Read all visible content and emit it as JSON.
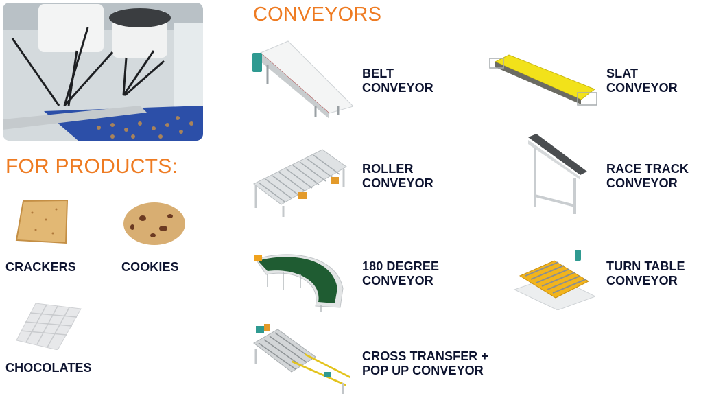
{
  "hero_image": {
    "alt": "Delta robots picking cookies on blue conveyor belt"
  },
  "products": {
    "heading": "FOR PRODUCTS:",
    "items": [
      {
        "label": "CRACKERS",
        "icon": "cracker-icon"
      },
      {
        "label": "COOKIES",
        "icon": "cookie-icon"
      },
      {
        "label": "CHOCOLATES",
        "icon": "chocolate-bar-icon"
      }
    ]
  },
  "conveyors": {
    "heading": "CONVEYORS",
    "items": [
      {
        "line1": "BELT",
        "line2": "CONVEYOR",
        "icon": "belt-conveyor-icon"
      },
      {
        "line1": "SLAT",
        "line2": "CONVEYOR",
        "icon": "slat-conveyor-icon"
      },
      {
        "line1": "ROLLER",
        "line2": "CONVEYOR",
        "icon": "roller-conveyor-icon"
      },
      {
        "line1": "RACE TRACK",
        "line2": "CONVEYOR",
        "icon": "race-track-conveyor-icon"
      },
      {
        "line1": "180 DEGREE",
        "line2": "CONVEYOR",
        "icon": "curve-conveyor-icon"
      },
      {
        "line1": "TURN TABLE",
        "line2": "CONVEYOR",
        "icon": "turn-table-conveyor-icon"
      },
      {
        "line1": "CROSS TRANSFER +",
        "line2": "POP UP CONVEYOR",
        "icon": "cross-transfer-conveyor-icon"
      }
    ]
  },
  "colors": {
    "accent": "#ee7b22",
    "text": "#0e1430",
    "belt_blue": "#2c4fa8",
    "belt_green": "#1f5c32",
    "slat_yellow": "#f2e21a"
  }
}
